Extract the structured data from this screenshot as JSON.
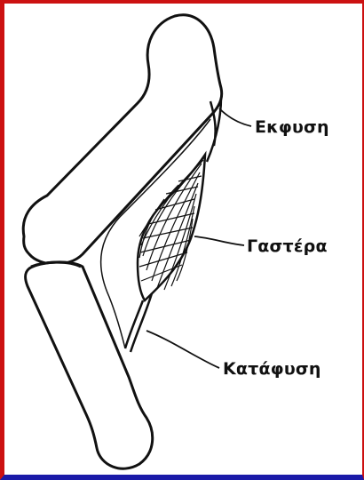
{
  "labels": {
    "origin": "Εκφυση",
    "belly": "Γαστέρα",
    "insertion": "Κατάφυση"
  },
  "colors": {
    "frame_red": "#cc1111",
    "frame_blue": "#1a1aa8",
    "ink": "#111111",
    "background": "#ffffff"
  }
}
